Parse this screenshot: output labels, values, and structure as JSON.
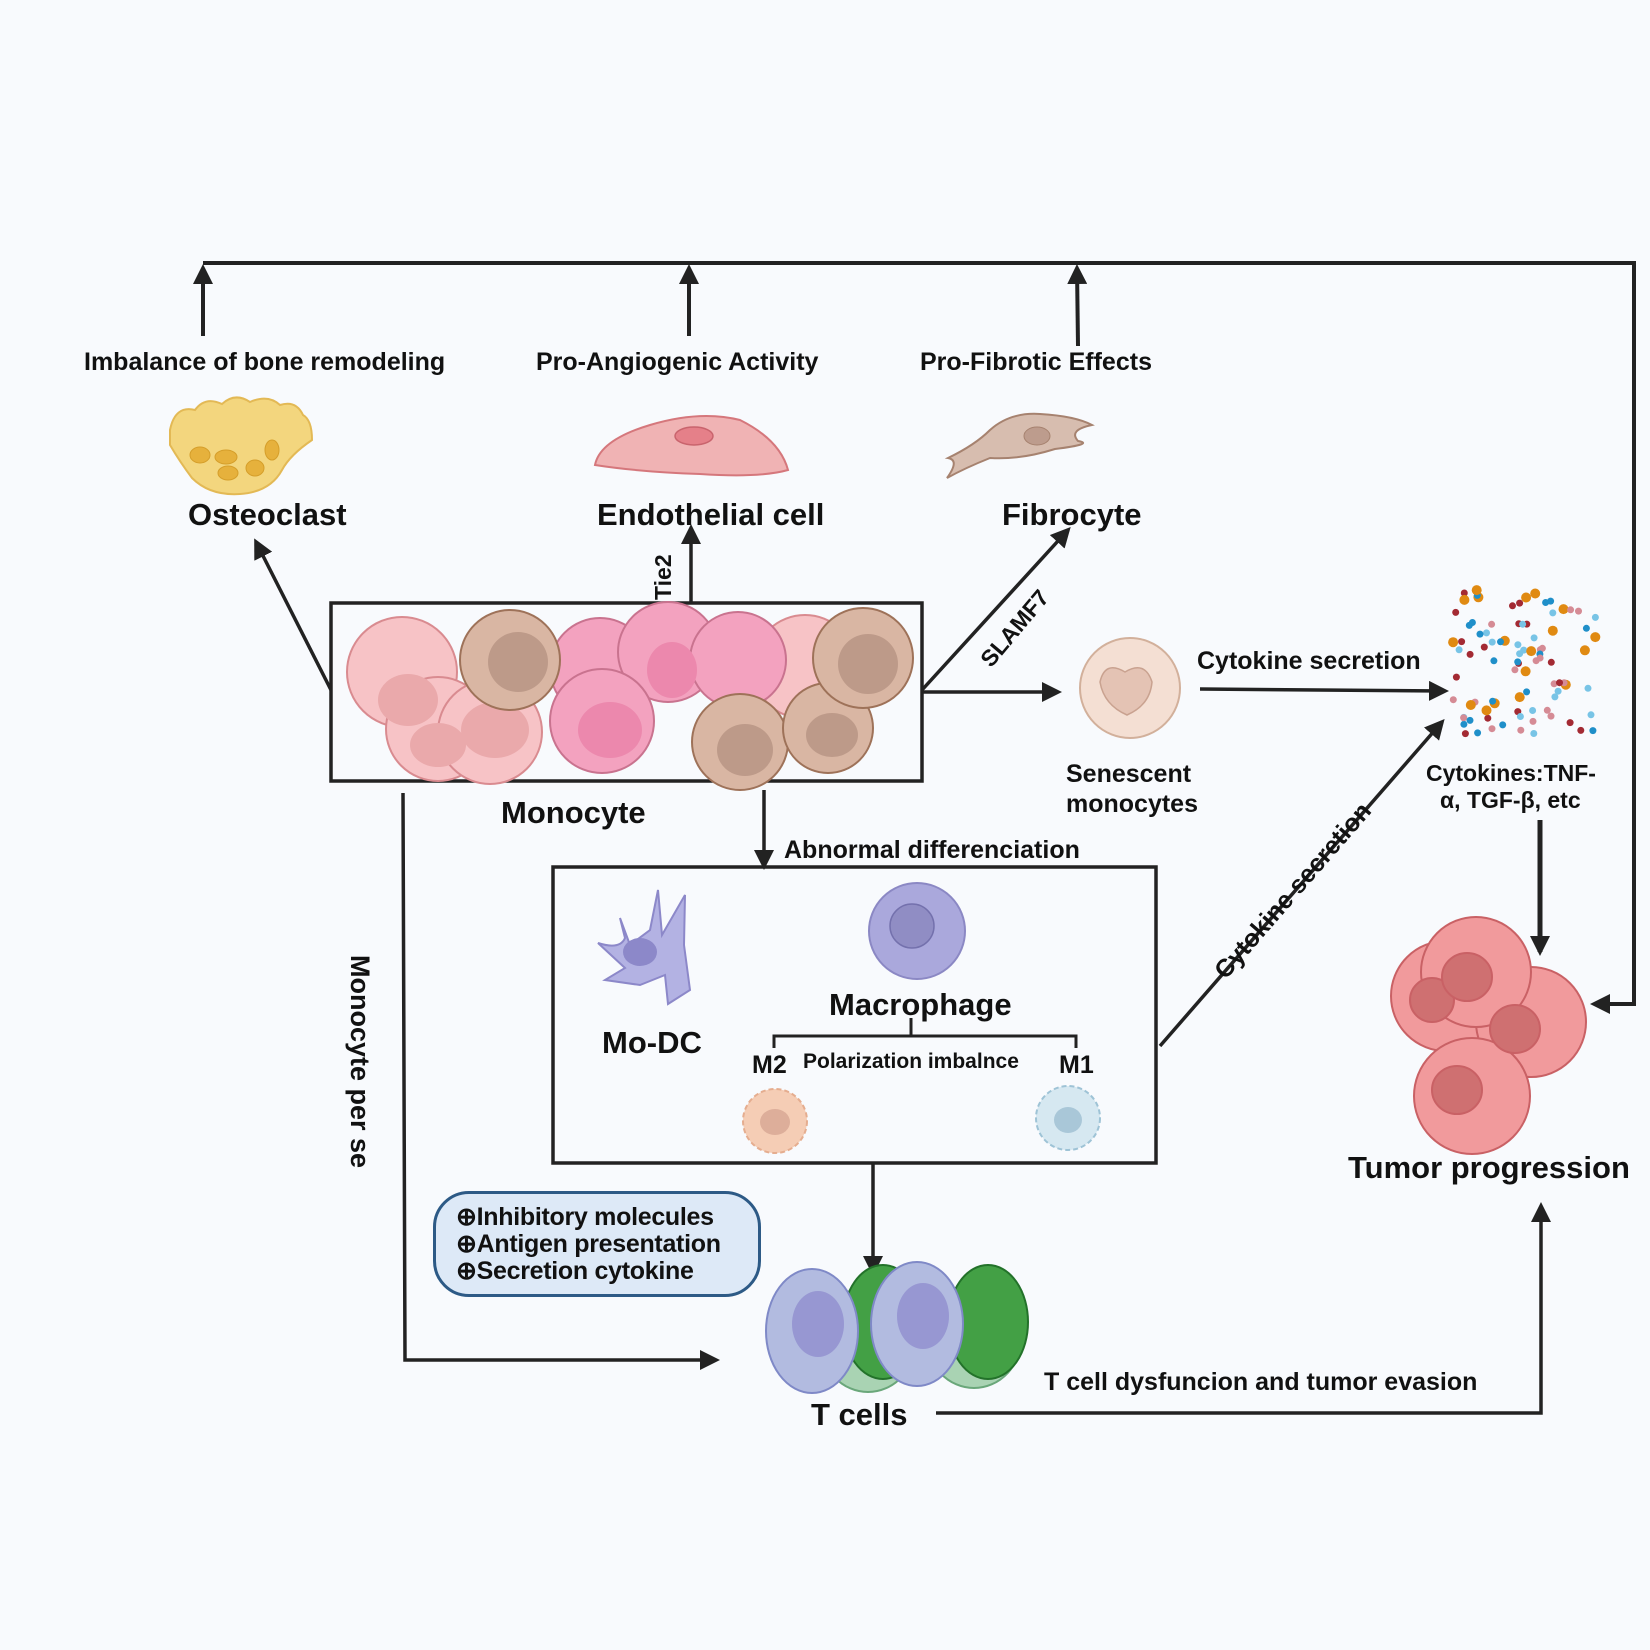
{
  "effects": {
    "bone": "Imbalance of bone remodeling",
    "angio": "Pro-Angiogenic Activity",
    "fibro": "Pro-Fibrotic Effects"
  },
  "cells": {
    "osteoclast": "Osteoclast",
    "endothelial": "Endothelial cell",
    "fibrocyte": "Fibrocyte",
    "monocyte": "Monocyte",
    "senescent_line1": "Senescent",
    "senescent_line2": "monocytes",
    "modc": "Mo-DC",
    "macrophage": "Macrophage",
    "m2": "M2",
    "m1": "M1",
    "tcells": "T cells",
    "tumor": "Tumor progression"
  },
  "edges": {
    "tie2": "Tie2",
    "slamf7": "SLAMF7",
    "cytokine_secretion_1": "Cytokine secretion",
    "cytokine_secretion_2": "Cytokine secretion",
    "abnormal_diff": "Abnormal differenciation",
    "polarization": "Polarization imbalnce",
    "monocyte_per_se": "Monocyte per se",
    "tcell_dysfunction": "T cell dysfuncion and tumor evasion"
  },
  "cytokines": {
    "line1": "Cytokines:TNF-",
    "line2": "α, TGF-β, etc"
  },
  "note": {
    "items": [
      "⊕Inhibitory molecules",
      "⊕Antigen presentation",
      "⊕Secretion cytokine"
    ]
  },
  "colors": {
    "osteoclast": "#f3d67e",
    "endothelial": "#eeb0b0",
    "fibrocyte": "#d6bcae",
    "monocyte_pink": "#f7c3c6",
    "monocyte_magenta": "#f3a2bf",
    "monocyte_brown": "#d9b6a3",
    "modc": "#b3b2e3",
    "macrophage": "#aaa8dc",
    "m2": "#f5cdb5",
    "m1": "#cfe3ee",
    "tcell_purple": "#b2bbe0",
    "tcell_green": "#43a045",
    "tumor": "#f19a9c",
    "note_border": "#2d5a86",
    "note_fill": "#dde9f7"
  }
}
